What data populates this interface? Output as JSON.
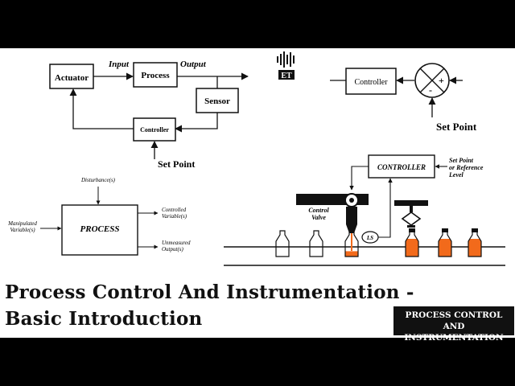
{
  "diagram1": {
    "actuator": "Actuator",
    "process": "Process",
    "sensor": "Sensor",
    "controller": "Controller",
    "input": "Input",
    "output": "Output",
    "set_point": "Set Point"
  },
  "logo": {
    "text": "ET"
  },
  "diagram2": {
    "controller": "Controller",
    "plus": "+",
    "minus": "-",
    "set_point": "Set Point"
  },
  "diagram3": {
    "process": "PROCESS",
    "disturbances": "Disturbance(s)",
    "manipulated_1": "Manipulated",
    "manipulated_2": "Variable(s)",
    "controlled_1": "Controlled",
    "controlled_2": "Variable(s)",
    "unmeasured_1": "Unmeasured",
    "unmeasured_2": "Output(s)"
  },
  "diagram4": {
    "controller": "CONTROLLER",
    "set_point_1": "Set Point",
    "set_point_2": "or Reference",
    "set_point_3": "Level",
    "valve_1": "Control",
    "valve_2": "Valve",
    "ls": "LS",
    "accent_color": "#f26a1b"
  },
  "title": {
    "line1": "Process Control And Instrumentation -",
    "line2": "Basic Introduction"
  },
  "badge": {
    "line1": "PROCESS CONTROL AND",
    "line2": "INSTRUMENTATION"
  }
}
